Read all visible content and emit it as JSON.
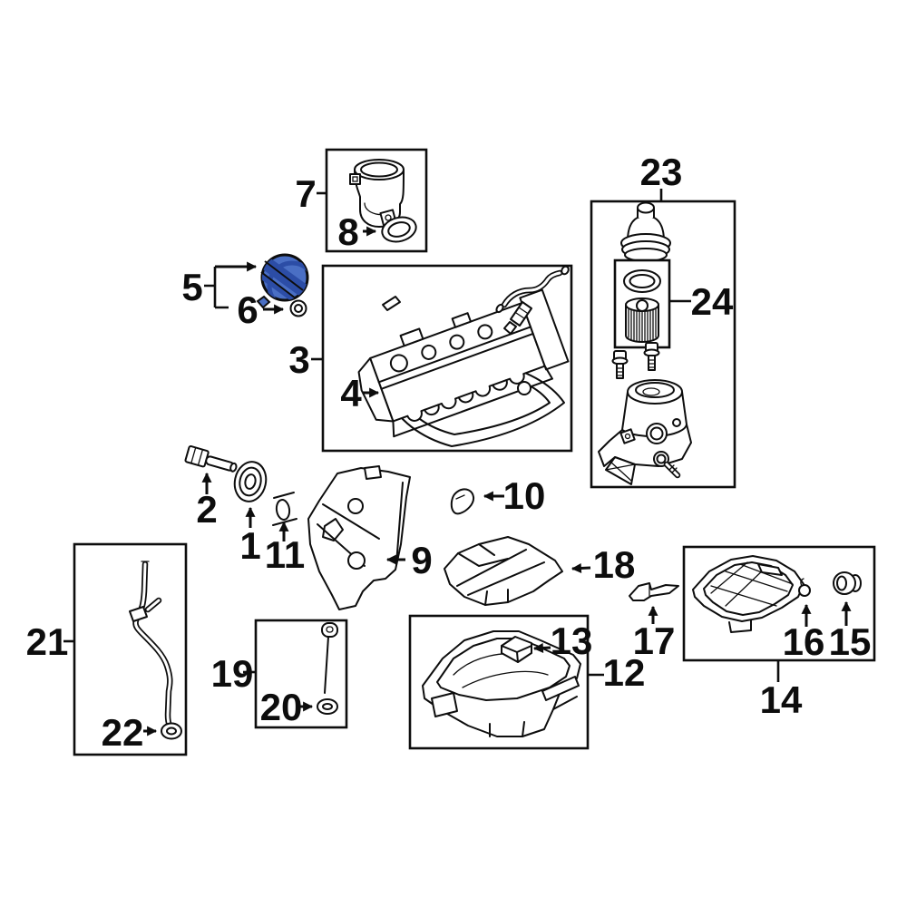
{
  "diagram": {
    "background_color": "#ffffff",
    "line_color": "#0d0d0d",
    "highlight_color": "#4a6fc4",
    "highlight_dark": "#2c4da6",
    "parts": [
      {
        "id": 1,
        "label": "1"
      },
      {
        "id": 2,
        "label": "2"
      },
      {
        "id": 3,
        "label": "3"
      },
      {
        "id": 4,
        "label": "4"
      },
      {
        "id": 5,
        "label": "5"
      },
      {
        "id": 6,
        "label": "6"
      },
      {
        "id": 7,
        "label": "7"
      },
      {
        "id": 8,
        "label": "8"
      },
      {
        "id": 9,
        "label": "9"
      },
      {
        "id": 10,
        "label": "10"
      },
      {
        "id": 11,
        "label": "11"
      },
      {
        "id": 12,
        "label": "12"
      },
      {
        "id": 13,
        "label": "13"
      },
      {
        "id": 14,
        "label": "14"
      },
      {
        "id": 15,
        "label": "15"
      },
      {
        "id": 16,
        "label": "16"
      },
      {
        "id": 17,
        "label": "17"
      },
      {
        "id": 18,
        "label": "18"
      },
      {
        "id": 19,
        "label": "19"
      },
      {
        "id": 20,
        "label": "20"
      },
      {
        "id": 21,
        "label": "21"
      },
      {
        "id": 22,
        "label": "22"
      },
      {
        "id": 23,
        "label": "23"
      },
      {
        "id": 24,
        "label": "24"
      }
    ]
  }
}
